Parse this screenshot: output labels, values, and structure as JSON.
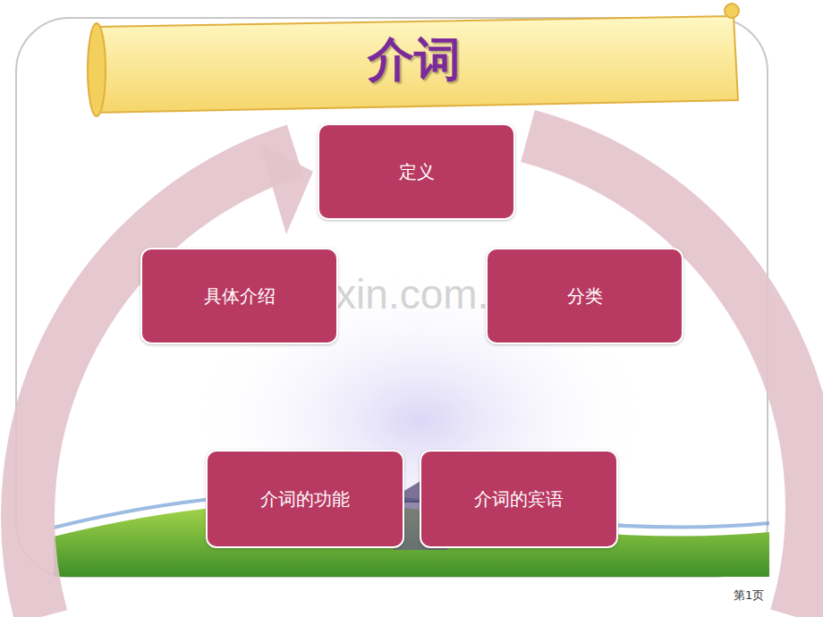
{
  "diagram": {
    "title": "介词",
    "nodes": [
      {
        "text": [
          "定义"
        ]
      },
      {
        "text": [
          "具体介绍"
        ]
      },
      {
        "text": [
          "分类"
        ]
      },
      {
        "text": [
          "介词的功能"
        ]
      },
      {
        "text": [
          "介词的宾语"
        ]
      }
    ],
    "labels": [
      "www.zixin.com.cn",
      "第1页"
    ]
  }
}
